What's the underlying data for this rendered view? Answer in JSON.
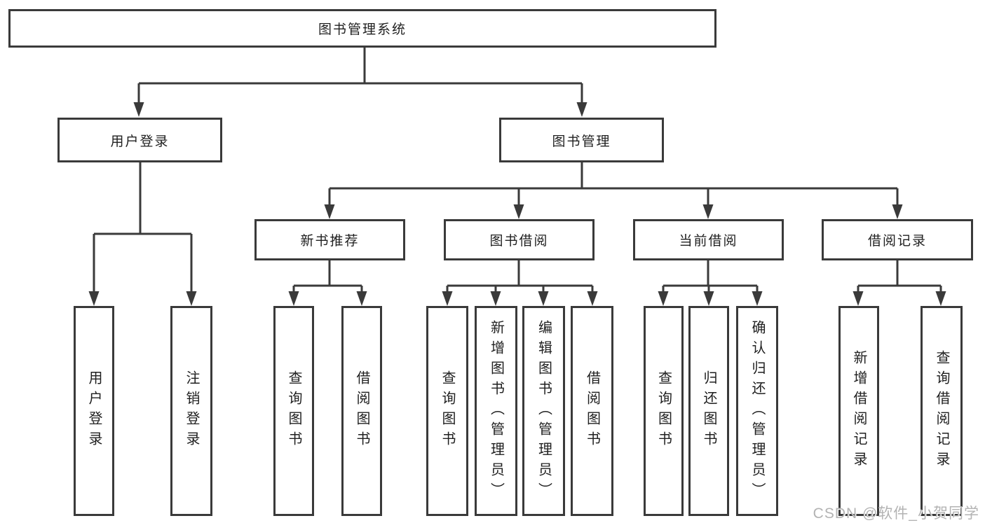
{
  "colors": {
    "line": "#3a3a3a",
    "text": "#1f1f1f",
    "watermark": "#b3b3b3"
  },
  "diagram": {
    "title": "图书管理系统",
    "root": {
      "label": "图书管理系统"
    },
    "level2": [
      {
        "label": "用户登录"
      },
      {
        "label": "图书管理"
      }
    ],
    "level3": [
      {
        "parent": "图书管理",
        "label": "新书推荐"
      },
      {
        "parent": "图书管理",
        "label": "图书借阅"
      },
      {
        "parent": "图书管理",
        "label": "当前借阅"
      },
      {
        "parent": "图书管理",
        "label": "借阅记录"
      }
    ],
    "leaves": [
      {
        "parent": "用户登录",
        "label": "用户登录"
      },
      {
        "parent": "用户登录",
        "label": "注销登录"
      },
      {
        "parent": "新书推荐",
        "label": "查询图书"
      },
      {
        "parent": "新书推荐",
        "label": "借阅图书"
      },
      {
        "parent": "图书借阅",
        "label": "查询图书"
      },
      {
        "parent": "图书借阅",
        "label": "新增图书（管理员）"
      },
      {
        "parent": "图书借阅",
        "label": "编辑图书（管理员）"
      },
      {
        "parent": "图书借阅",
        "label": "借阅图书"
      },
      {
        "parent": "当前借阅",
        "label": "查询图书"
      },
      {
        "parent": "当前借阅",
        "label": "归还图书"
      },
      {
        "parent": "当前借阅",
        "label": "确认归还（管理员）"
      },
      {
        "parent": "借阅记录",
        "label": "新增借阅记录"
      },
      {
        "parent": "借阅记录",
        "label": "查询借阅记录"
      }
    ]
  },
  "watermark": {
    "text": "CSDN @软件_小贺同学"
  }
}
